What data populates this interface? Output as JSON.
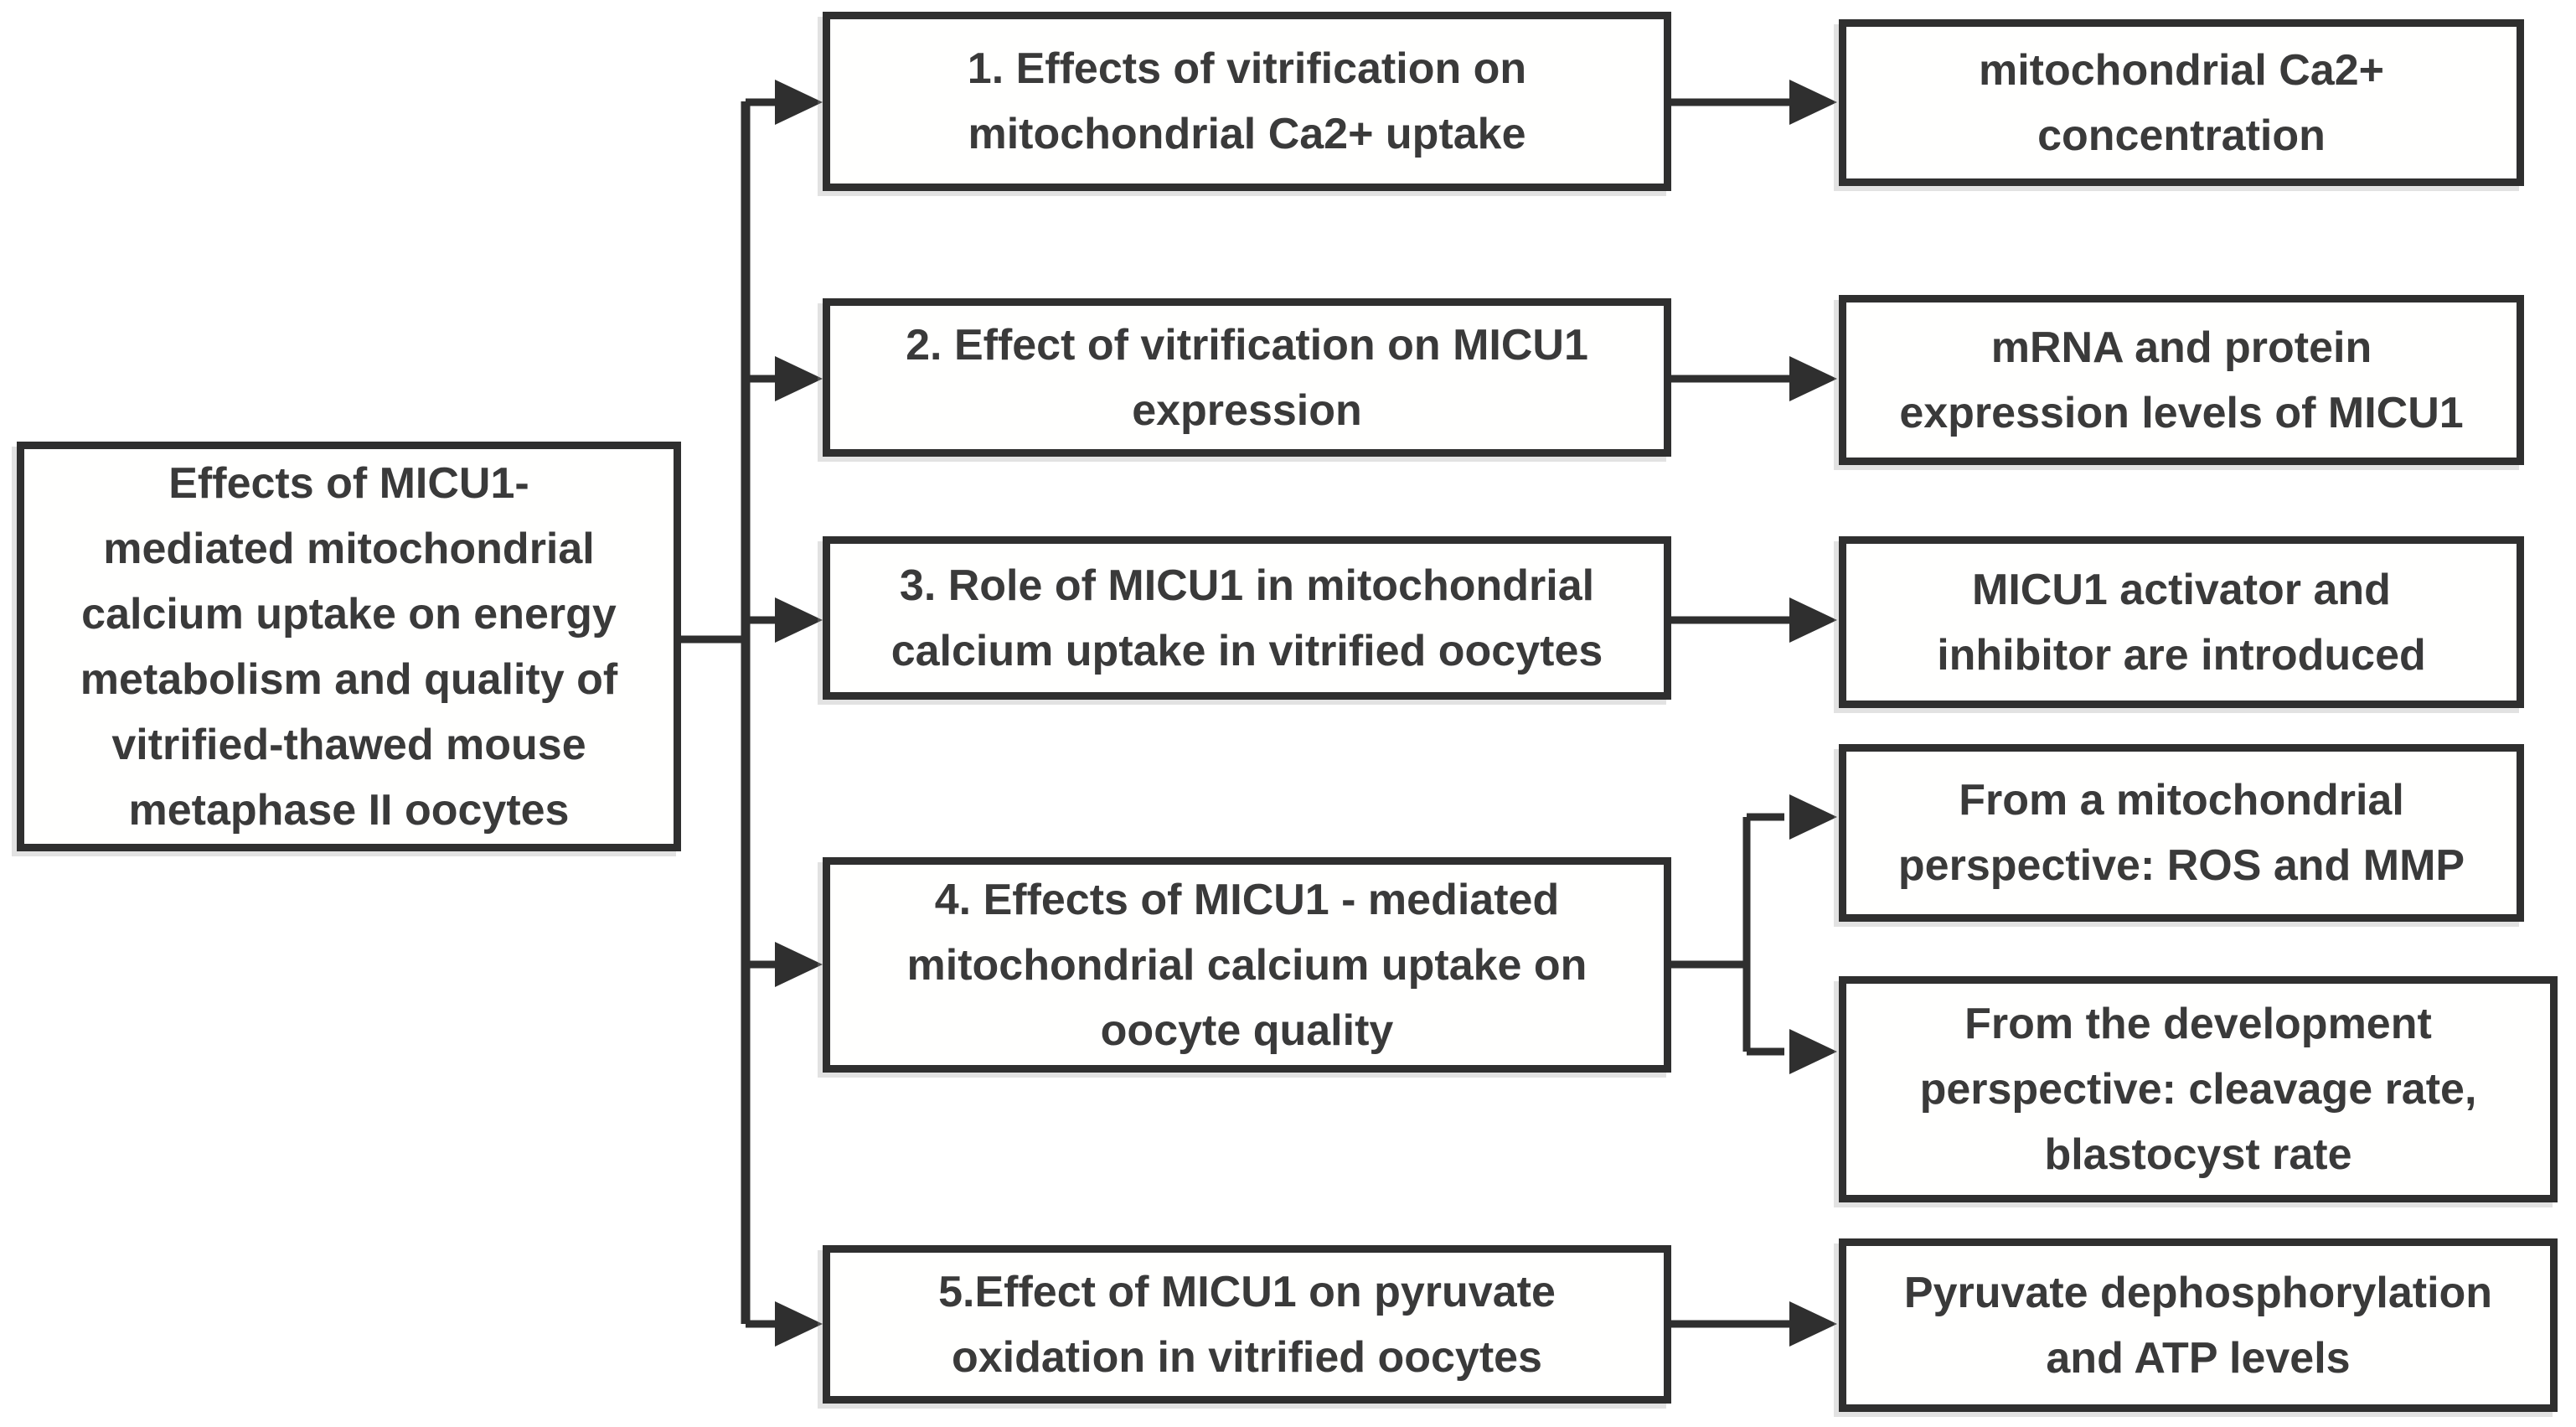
{
  "colors": {
    "line": "#2f2f2f",
    "text": "#3a3a3a",
    "box_background": "#ffffff",
    "page_background": "#ffffff"
  },
  "root_box": {
    "text": "Effects of MICU1-\nmediated mitochondrial\ncalcium uptake on energy\nmetabolism and quality of\nvitrified-thawed mouse\nmetaphase II oocytes",
    "full_text": "Effects of MICU1-mediated mitochondrial calcium uptake on energy metabolism and quality of vitrified-thawed mouse metaphase II oocytes"
  },
  "topics": [
    {
      "label": "1. Effects of vitrification on\nmitochondrial Ca2+ uptake",
      "outcomes": [
        "mitochondrial Ca2+\nconcentration"
      ]
    },
    {
      "label": "2. Effect of vitrification on MICU1\nexpression",
      "outcomes": [
        "mRNA and protein\nexpression levels of MICU1"
      ]
    },
    {
      "label": "3. Role of MICU1 in mitochondrial\ncalcium uptake in vitrified oocytes",
      "outcomes": [
        "MICU1 activator and\ninhibitor are introduced"
      ]
    },
    {
      "label": "4. Effects of MICU1 - mediated\nmitochondrial calcium uptake on\noocyte quality",
      "outcomes": [
        "From a mitochondrial\nperspective: ROS and MMP",
        "From the development\nperspective: cleavage rate,\nblastocyst rate"
      ]
    },
    {
      "label": "5.Effect of MICU1 on pyruvate\noxidation in vitrified oocytes",
      "outcomes": [
        "Pyruvate dephosphorylation\nand ATP levels"
      ]
    }
  ]
}
